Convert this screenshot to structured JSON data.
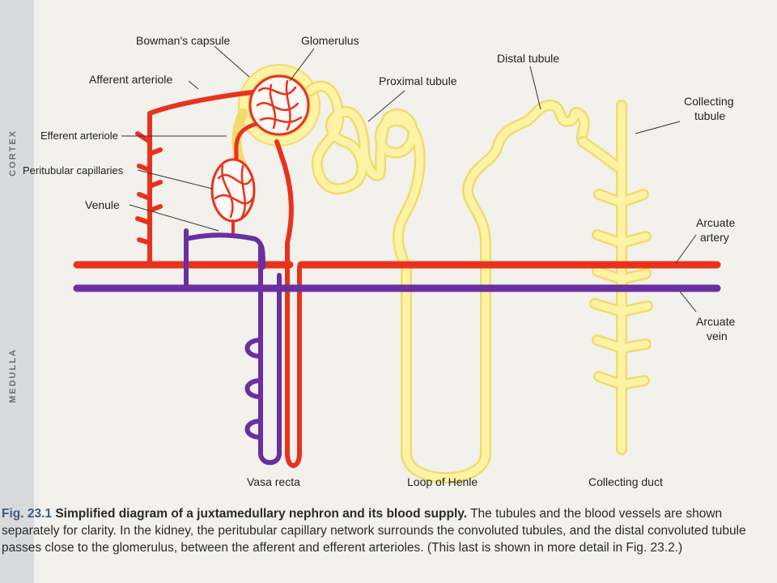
{
  "side_labels": {
    "cortex": "CORTEX",
    "medulla": "MEDULLA"
  },
  "labels": {
    "bowmans_capsule": "Bowman's capsule",
    "glomerulus": "Glomerulus",
    "afferent_arteriole": "Afferent arteriole",
    "efferent_arteriole": "Efferent arteriole",
    "peritubular_capillaries": "Peritubular capillaries",
    "venule": "Venule",
    "proximal_tubule": "Proximal tubule",
    "distal_tubule": "Distal tubule",
    "collecting_tubule_1": "Collecting",
    "collecting_tubule_2": "tubule",
    "arcuate_artery_1": "Arcuate",
    "arcuate_artery_2": "artery",
    "arcuate_vein_1": "Arcuate",
    "arcuate_vein_2": "vein",
    "vasa_recta": "Vasa recta",
    "loop_of_henle": "Loop of Henle",
    "collecting_duct": "Collecting duct"
  },
  "caption": {
    "fig_no": "Fig. 23.1",
    "title": "Simplified diagram of a juxtamedullary nephron and its blood supply.",
    "line1_rest": "The tubules and the blood vessels are shown",
    "line2": "separately for clarity. In the kidney, the peritubular capillary network surrounds the convoluted tubules, and the distal convoluted tubule",
    "line3": "passes close to the glomerulus, between the afferent and efferent arterioles. (This last is shown in more detail in Fig. 23.2.)"
  },
  "colors": {
    "artery": "#e8321e",
    "vein": "#6a2fa0",
    "tubule_fill": "#fdf3a6",
    "tubule_edge": "#f0dc6a",
    "background": "#f2f1ec"
  }
}
